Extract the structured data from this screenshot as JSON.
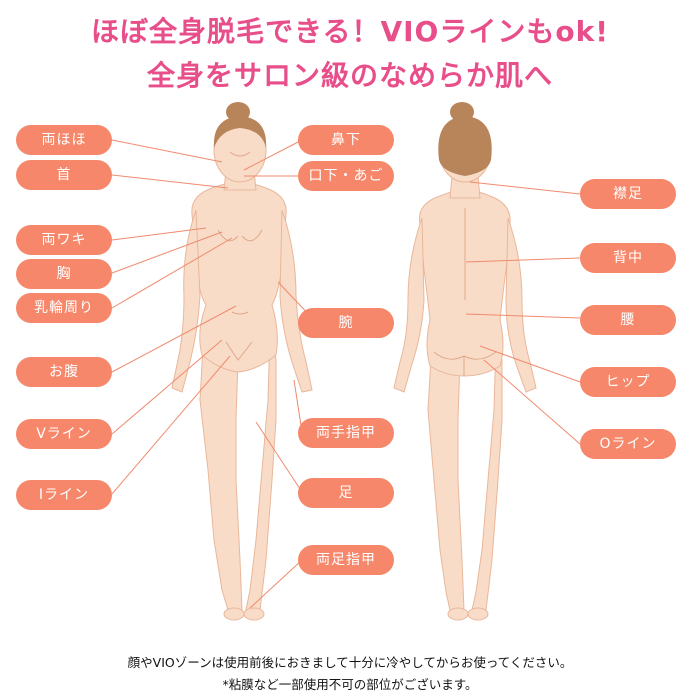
{
  "header": {
    "line1": "ほぼ全身脱毛できる！VIOラインもok!",
    "line2": "全身をサロン級のなめらか肌へ"
  },
  "labels": {
    "ryouhoho": "両ほほ",
    "kubi": "首",
    "ryouwaki": "両ワキ",
    "mune": "胸",
    "nyuurin": "乳輪周り",
    "onaka": "お腹",
    "vline": "Vライン",
    "iline": "Iライン",
    "hana_shita": "鼻下",
    "kuchi_shita": "口下・あご",
    "ude": "腕",
    "ryoute_yubi": "両手指甲",
    "ashi": "足",
    "ryouashi_yubi": "両足指甲",
    "erie": "襟足",
    "senaka": "背中",
    "koshi": "腰",
    "hip": "ヒップ",
    "oline": "Oライン"
  },
  "footer": {
    "note1": "顔やVIOゾーンは使用前後におきまして十分に冷やしてからお使ってください。",
    "note2": "*粘膜など一部使用不可の部位がございます。"
  },
  "colors": {
    "headline": "#e84e8a",
    "label_bg": "#f6876a",
    "line": "#f08a6e",
    "skin": "#f9dcc8",
    "skin_shade": "#eebfa4",
    "hair": "#b8845a"
  }
}
